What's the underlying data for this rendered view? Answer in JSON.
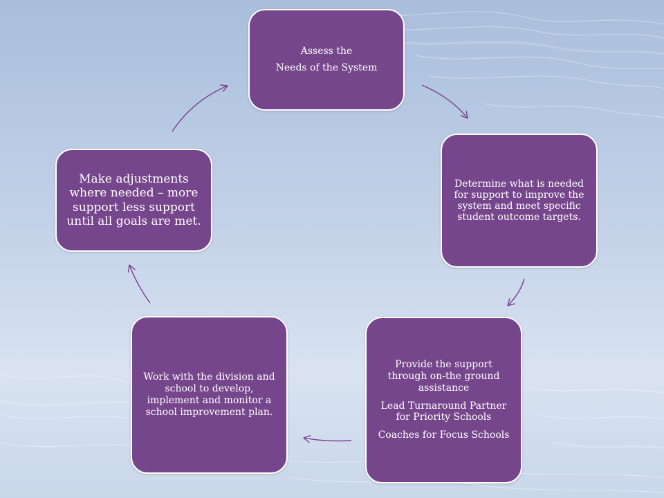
{
  "cycle": {
    "steps": [
      {
        "lines": [
          "Assess the",
          "Needs of the System"
        ]
      },
      {
        "lines": [
          "Determine what is needed for support to improve the system and meet specific student outcome targets."
        ]
      },
      {
        "lines": [
          "Provide the support through on-the ground assistance",
          "Lead Turnaround Partner  for Priority Schools",
          "Coaches for Focus Schools"
        ]
      },
      {
        "lines": [
          "Work with the division and school to develop, implement and monitor a school improvement plan."
        ]
      },
      {
        "lines": [
          "Make adjustments where needed – more support less support until all goals are met."
        ]
      }
    ]
  },
  "colors": {
    "node_fill": "#76468c",
    "node_border": "#ffffff",
    "arrow": "#7a3f8f"
  }
}
